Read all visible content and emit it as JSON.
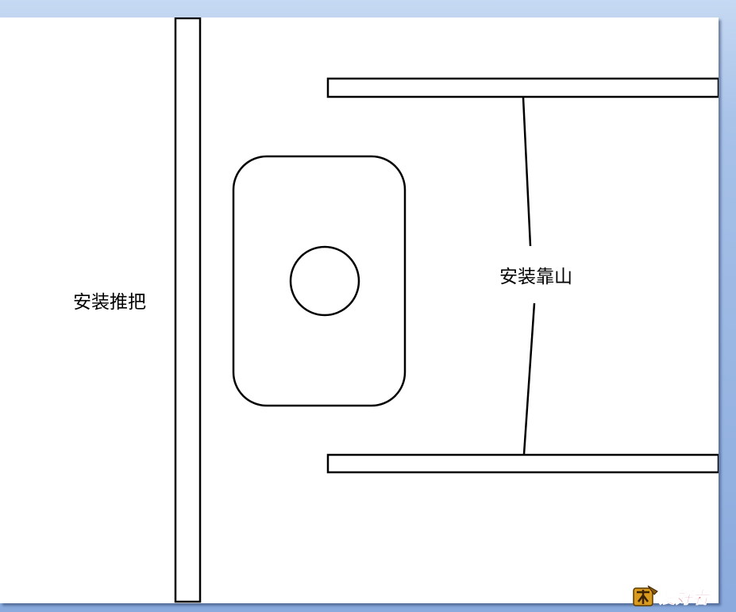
{
  "labels": {
    "left": "安装推把",
    "right": "安装靠山"
  },
  "watermark": {
    "text": "木工爱好者"
  },
  "colors": {
    "line": "#000000",
    "background": "#ffffff",
    "frame": "#9db8e4",
    "watermark_red": "#c8102e",
    "watermark_gold": "#d99a1e"
  }
}
